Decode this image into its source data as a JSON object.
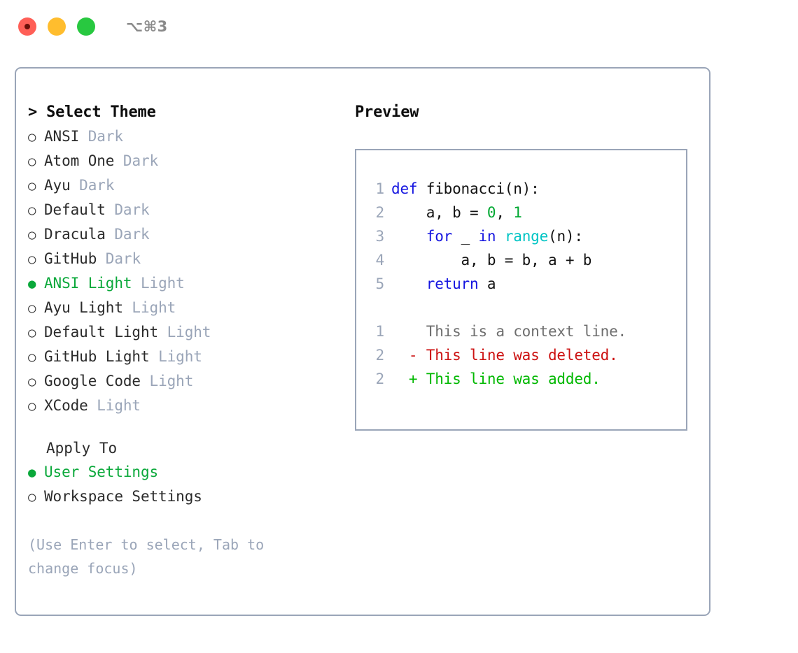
{
  "titlebar": {
    "shortcut": "⌥⌘3",
    "buttons": {
      "close": "close",
      "minimize": "minimize",
      "maximize": "maximize"
    }
  },
  "theme_picker": {
    "heading": "> Select Theme",
    "selected_theme": "ANSI Light",
    "accent_color": "#0aa83a",
    "muted_color": "#9aa5b8",
    "bullet_selected": "●",
    "bullet_unselected": "○",
    "items": [
      {
        "name": "ANSI",
        "tag": "Dark",
        "selected": false
      },
      {
        "name": "Atom One",
        "tag": "Dark",
        "selected": false
      },
      {
        "name": "Ayu",
        "tag": "Dark",
        "selected": false
      },
      {
        "name": "Default",
        "tag": "Dark",
        "selected": false
      },
      {
        "name": "Dracula",
        "tag": "Dark",
        "selected": false
      },
      {
        "name": "GitHub",
        "tag": "Dark",
        "selected": false
      },
      {
        "name": "ANSI Light",
        "tag": "Light",
        "selected": true
      },
      {
        "name": "Ayu Light",
        "tag": "Light",
        "selected": false
      },
      {
        "name": "Default Light",
        "tag": "Light",
        "selected": false
      },
      {
        "name": "GitHub Light",
        "tag": "Light",
        "selected": false
      },
      {
        "name": "Google Code",
        "tag": "Light",
        "selected": false
      },
      {
        "name": "XCode",
        "tag": "Light",
        "selected": false
      }
    ]
  },
  "apply_to": {
    "heading": "Apply To",
    "items": [
      {
        "name": "User Settings",
        "selected": true
      },
      {
        "name": "Workspace Settings",
        "selected": false
      }
    ]
  },
  "hint": "(Use Enter to select, Tab to change focus)",
  "preview": {
    "title": "Preview",
    "code_lines": [
      {
        "num": "1",
        "tokens": [
          {
            "t": "def",
            "c": "kw"
          },
          {
            "t": " fibonacci(n):",
            "c": "txt"
          }
        ]
      },
      {
        "num": "2",
        "tokens": [
          {
            "t": "    a, b = ",
            "c": "txt"
          },
          {
            "t": "0",
            "c": "num"
          },
          {
            "t": ", ",
            "c": "txt"
          },
          {
            "t": "1",
            "c": "num"
          }
        ]
      },
      {
        "num": "3",
        "tokens": [
          {
            "t": "    ",
            "c": "txt"
          },
          {
            "t": "for",
            "c": "kw"
          },
          {
            "t": " _ ",
            "c": "txt"
          },
          {
            "t": "in",
            "c": "kw"
          },
          {
            "t": " ",
            "c": "txt"
          },
          {
            "t": "range",
            "c": "fn"
          },
          {
            "t": "(n):",
            "c": "txt"
          }
        ]
      },
      {
        "num": "4",
        "tokens": [
          {
            "t": "        a, b = b, a + b",
            "c": "txt"
          }
        ]
      },
      {
        "num": "5",
        "tokens": [
          {
            "t": "    ",
            "c": "txt"
          },
          {
            "t": "return",
            "c": "kw"
          },
          {
            "t": " a",
            "c": "txt"
          }
        ]
      }
    ],
    "diff_lines": [
      {
        "num": "1",
        "marker": " ",
        "text": " This is a context line.",
        "kind": "ctx"
      },
      {
        "num": "2",
        "marker": "-",
        "text": " This line was deleted.",
        "kind": "del"
      },
      {
        "num": "2",
        "marker": "+",
        "text": " This line was added.",
        "kind": "add"
      }
    ]
  }
}
